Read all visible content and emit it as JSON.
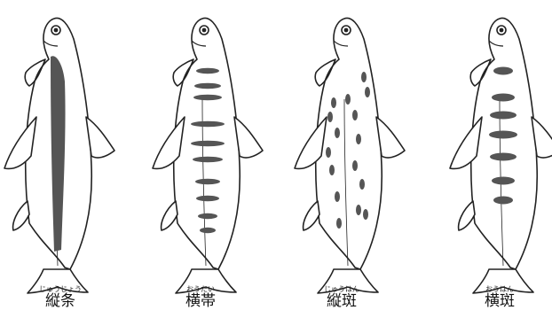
{
  "colors": {
    "outline": "#222222",
    "mark": "#555555",
    "background": "#ffffff"
  },
  "fish": [
    {
      "pattern": "vertical-stripe",
      "ruby": "じゅうじょう",
      "label": "縦条"
    },
    {
      "pattern": "horizontal-bands",
      "ruby": "おうたい",
      "label": "横帯"
    },
    {
      "pattern": "vertical-spots",
      "ruby": "じゅうはん",
      "label": "縦斑"
    },
    {
      "pattern": "horizontal-spots",
      "ruby": "おうはん",
      "label": "横斑"
    }
  ]
}
